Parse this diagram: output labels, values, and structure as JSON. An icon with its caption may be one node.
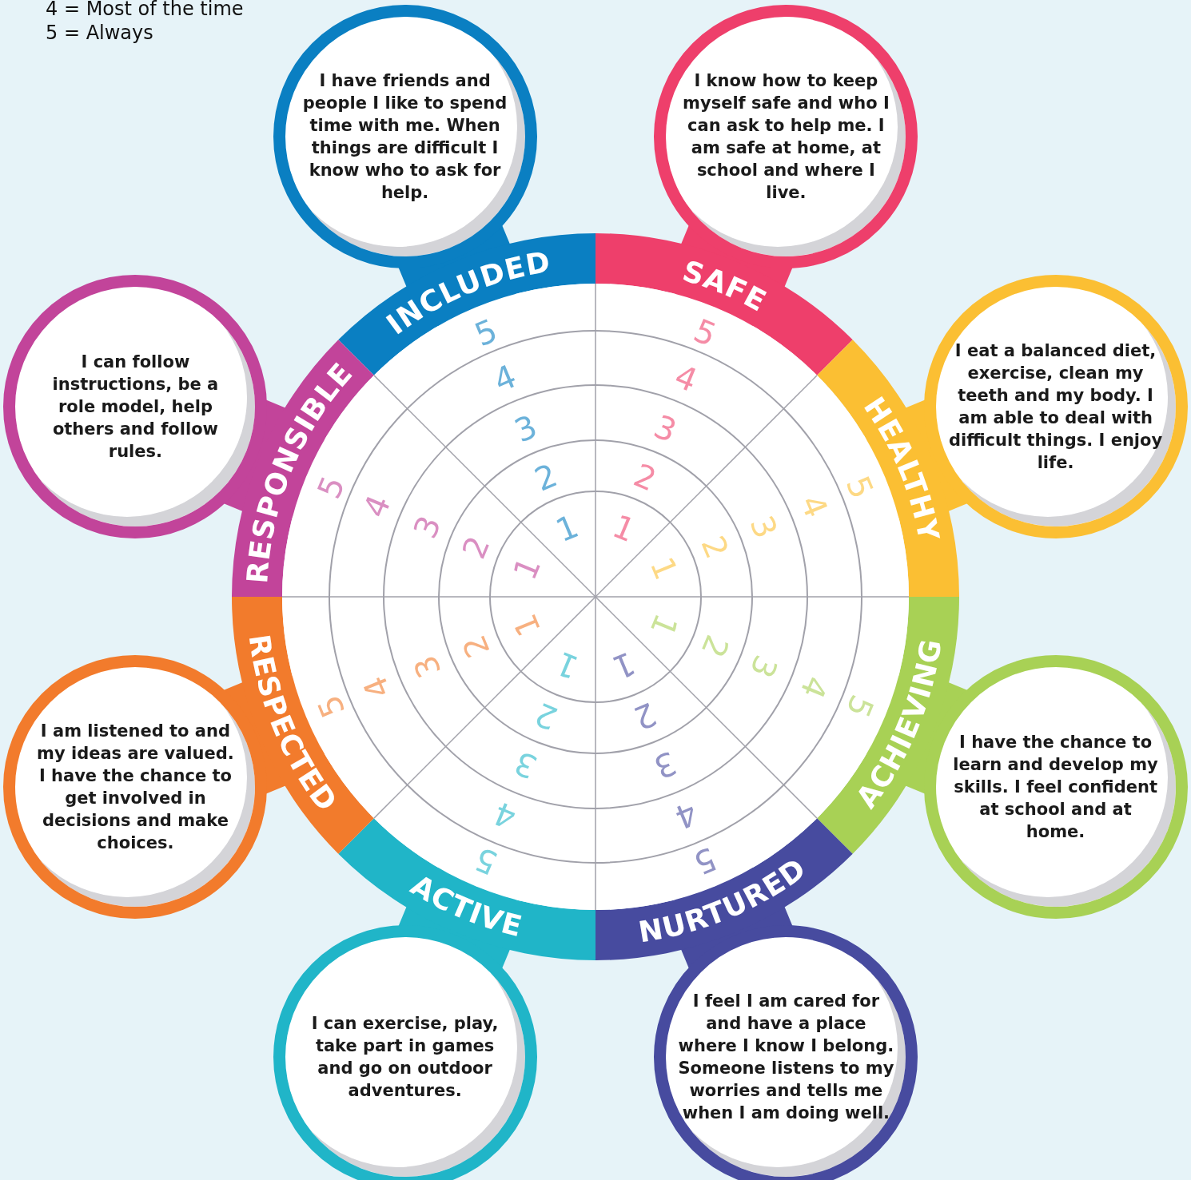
{
  "diagram": {
    "nodes": [
      {
        "text": [
          "I have friends and people I like to spend time with me. When things are difficult I know who to ask for help."
        ]
      },
      {
        "text": [
          "INCLUDED"
        ]
      },
      {
        "text": [
          "1",
          "2",
          "3",
          "4",
          "5"
        ]
      },
      {
        "text": [
          "I know how to keep myself safe and who I can ask to help me. I am safe at home, at school and where I live."
        ]
      },
      {
        "text": [
          "SAFE"
        ]
      },
      {
        "text": [
          "1",
          "2",
          "3",
          "4",
          "5"
        ]
      },
      {
        "text": [
          "I eat a balanced diet, exercise, clean my teeth and my body. I am able to deal with difficult things. I enjoy life."
        ]
      },
      {
        "text": [
          "HEALTHY"
        ]
      },
      {
        "text": [
          "1",
          "2",
          "3",
          "4",
          "5"
        ]
      },
      {
        "text": [
          "I have the chance to learn and develop my skills. I feel confident at school and at home."
        ]
      },
      {
        "text": [
          "ACHIEVING"
        ]
      },
      {
        "text": [
          "1",
          "2",
          "3",
          "4",
          "5"
        ]
      },
      {
        "text": [
          "I feel I am cared for and have a place where I know I belong. Someone listens to my worries and tells me when I am doing well."
        ]
      },
      {
        "text": [
          "NURTURED"
        ]
      },
      {
        "text": [
          "1",
          "2",
          "3",
          "4",
          "5"
        ]
      },
      {
        "text": [
          "I can exercise, play, take part in games and go on outdoor adventures."
        ]
      },
      {
        "text": [
          "ACTIVE"
        ]
      },
      {
        "text": [
          "1",
          "2",
          "3",
          "4",
          "5"
        ]
      },
      {
        "text": [
          "I am listened to and my ideas are valued. I have the chance to get involved in decisions and make choices."
        ]
      },
      {
        "text": [
          "RESPECTED"
        ]
      },
      {
        "text": [
          "1",
          "2",
          "3",
          "4",
          "5"
        ]
      },
      {
        "text": [
          "I can follow instructions, be a role model, help others and follow rules."
        ]
      },
      {
        "text": [
          "RESPONSIBLE"
        ]
      },
      {
        "text": [
          "1",
          "2",
          "3",
          "4",
          "5"
        ]
      }
    ],
    "labels": [
      "4 = Most of the time",
      "5 = Always"
    ]
  }
}
